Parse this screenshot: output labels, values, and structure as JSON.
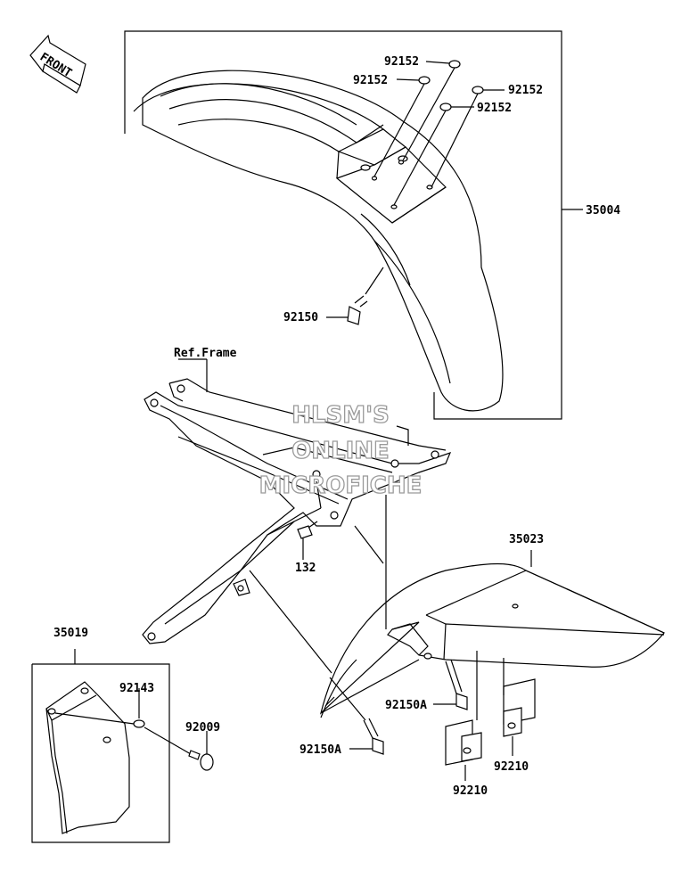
{
  "direction_badge": "FRONT",
  "watermark": [
    "HLSM'S",
    "ONLINE",
    "MICROFICHE"
  ],
  "reference_label": "Ref.Frame",
  "parts": [
    {
      "key": "p92152a",
      "number": "92152"
    },
    {
      "key": "p92152b",
      "number": "92152"
    },
    {
      "key": "p92152c",
      "number": "92152"
    },
    {
      "key": "p92152d",
      "number": "92152"
    },
    {
      "key": "p35004",
      "number": "35004"
    },
    {
      "key": "p92150",
      "number": "92150"
    },
    {
      "key": "p132",
      "number": "132"
    },
    {
      "key": "p35023",
      "number": "35023"
    },
    {
      "key": "p35019",
      "number": "35019"
    },
    {
      "key": "p92143",
      "number": "92143"
    },
    {
      "key": "p92009",
      "number": "92009"
    },
    {
      "key": "p92150Aa",
      "number": "92150A"
    },
    {
      "key": "p92150Ab",
      "number": "92150A"
    },
    {
      "key": "p92210a",
      "number": "92210"
    },
    {
      "key": "p92210b",
      "number": "92210"
    }
  ]
}
